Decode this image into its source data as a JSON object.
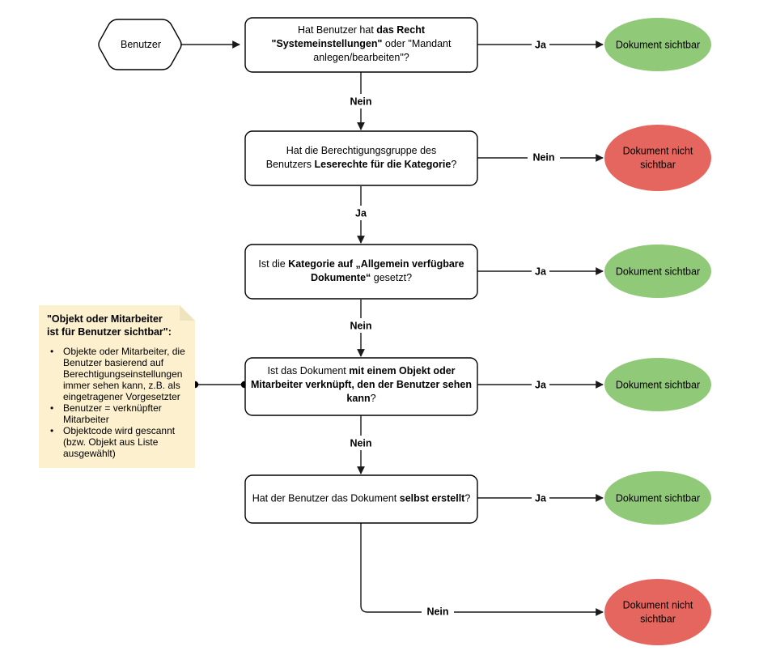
{
  "diagram": {
    "type": "flowchart",
    "title": "Dokument-Sichtbarkeit Entscheidungsbaum",
    "background_color": "#ffffff",
    "colors": {
      "visible": "#90C978",
      "not_visible": "#E4665E",
      "note": "#FCF0CE",
      "note_fold": "#EFE4C0",
      "stroke": "#1a1a1a"
    }
  },
  "start": {
    "label": "Benutzer",
    "shape": "hexagon"
  },
  "decisions": [
    {
      "id": "d1",
      "lines": [
        [
          {
            "t": "Hat Benutzer hat ",
            "b": false
          },
          {
            "t": "das Recht",
            "b": true
          }
        ],
        [
          {
            "t": "\"Systemeinstellungen\"",
            "b": true
          },
          {
            "t": " oder \"Mandant",
            "b": false
          }
        ],
        [
          {
            "t": "anlegen/bearbeiten\"?",
            "b": false
          }
        ]
      ],
      "yes_label": "Ja",
      "no_label": "Nein"
    },
    {
      "id": "d2",
      "lines": [
        [
          {
            "t": "Hat die Berechtigungsgruppe des",
            "b": false
          }
        ],
        [
          {
            "t": "Benutzers ",
            "b": false
          },
          {
            "t": "Leserechte für die Kategorie",
            "b": true
          },
          {
            "t": "?",
            "b": false
          }
        ]
      ],
      "yes_label": "Ja",
      "no_label": "Nein"
    },
    {
      "id": "d3",
      "lines": [
        [
          {
            "t": "Ist die ",
            "b": false
          },
          {
            "t": "Kategorie auf „Allgemein verfügbare",
            "b": true
          }
        ],
        [
          {
            "t": "Dokumente“",
            "b": true
          },
          {
            "t": " gesetzt?",
            "b": false
          }
        ]
      ],
      "yes_label": "Ja",
      "no_label": "Nein"
    },
    {
      "id": "d4",
      "lines": [
        [
          {
            "t": "Ist das Dokument ",
            "b": false
          },
          {
            "t": "mit einem Objekt oder",
            "b": true
          }
        ],
        [
          {
            "t": "Mitarbeiter verknüpft, den der Benutzer sehen",
            "b": true
          }
        ],
        [
          {
            "t": "kann",
            "b": true
          },
          {
            "t": "?",
            "b": false
          }
        ]
      ],
      "yes_label": "Ja",
      "no_label": "Nein"
    },
    {
      "id": "d5",
      "lines": [
        [
          {
            "t": "Hat der Benutzer das Dokument ",
            "b": false
          },
          {
            "t": "selbst erstellt",
            "b": true
          },
          {
            "t": "?",
            "b": false
          }
        ]
      ],
      "yes_label": "Ja",
      "no_label": "Nein"
    }
  ],
  "terminals": [
    {
      "id": "t1",
      "kind": "visible",
      "lines": [
        "Dokument sichtbar"
      ]
    },
    {
      "id": "t2",
      "kind": "not_visible",
      "lines": [
        "Dokument nicht",
        "sichtbar"
      ]
    },
    {
      "id": "t3",
      "kind": "visible",
      "lines": [
        "Dokument sichtbar"
      ]
    },
    {
      "id": "t4",
      "kind": "visible",
      "lines": [
        "Dokument sichtbar"
      ]
    },
    {
      "id": "t5",
      "kind": "visible",
      "lines": [
        "Dokument sichtbar"
      ]
    },
    {
      "id": "t6",
      "kind": "not_visible",
      "lines": [
        "Dokument nicht",
        "sichtbar"
      ]
    }
  ],
  "note": {
    "title_lines": [
      "\"Objekt oder Mitarbeiter",
      "ist für Benutzer sichtbar\":"
    ],
    "bullet_glyph": "•",
    "bullets": [
      [
        "Objekte oder Mitarbeiter, die",
        "Benutzer basierend auf",
        "Berechtigungseinstellungen",
        "immer sehen kann, z.B. als",
        "eingetragener Vorgesetzter"
      ],
      [
        "Benutzer = verknüpfter",
        "Mitarbeiter"
      ],
      [
        "Objektcode wird gescannt",
        "(bzw. Objekt aus Liste",
        "ausgewählt)"
      ]
    ]
  },
  "edge_labels": {
    "yes": "Ja",
    "no": "Nein"
  }
}
